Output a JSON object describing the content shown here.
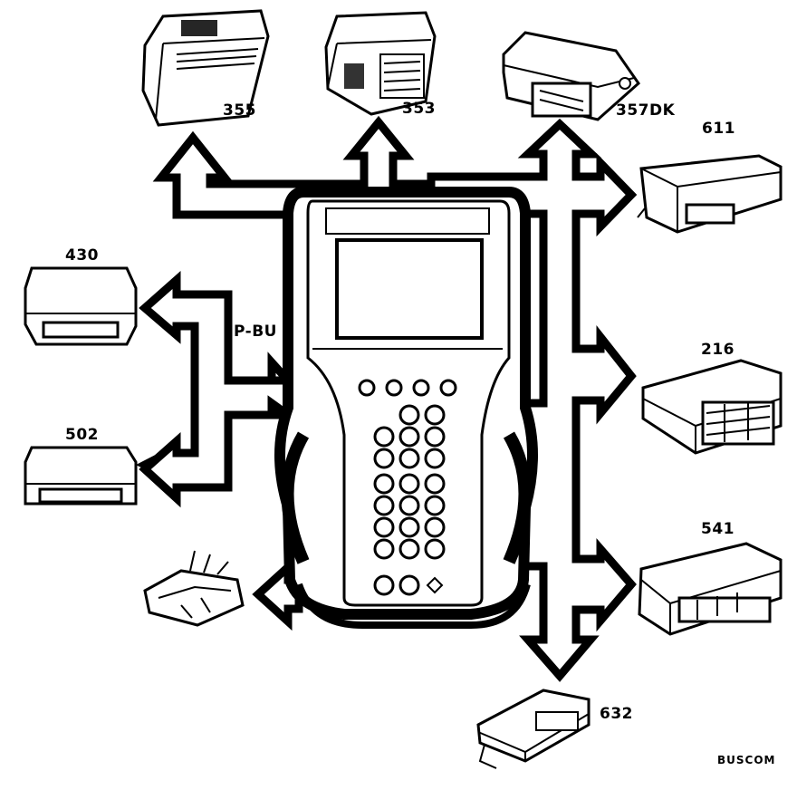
{
  "modules": [
    {
      "id": "355",
      "label": "355"
    },
    {
      "id": "353",
      "label": "353"
    },
    {
      "id": "357DK",
      "label": "357DK"
    },
    {
      "id": "611",
      "label": "611"
    },
    {
      "id": "430",
      "label": "430"
    },
    {
      "id": "502",
      "label": "502"
    },
    {
      "id": "216",
      "label": "216"
    },
    {
      "id": "541",
      "label": "541"
    },
    {
      "id": "632",
      "label": "632"
    }
  ],
  "bus_label": "P-BU",
  "footer_code": "BUSCOM"
}
